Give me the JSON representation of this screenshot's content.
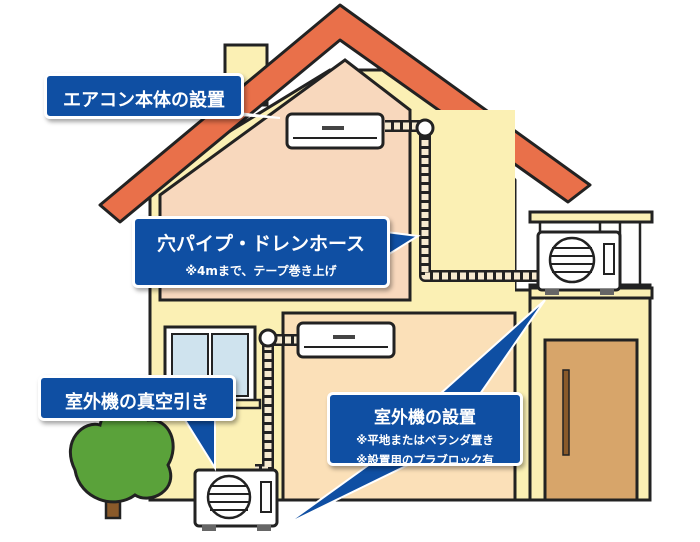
{
  "callouts": {
    "indoor_install": {
      "title": "エアコン本体の設置"
    },
    "piping": {
      "title": "穴パイプ・ドレンホース",
      "note": "※4mまで、テープ巻き上げ"
    },
    "vacuum": {
      "title": "室外機の真空引き"
    },
    "outdoor_install": {
      "title": "室外機の設置",
      "note1": "※平地またはベランダ置き",
      "note2": "※設置用のプラブロック有"
    }
  },
  "colors": {
    "roof": "#e9704a",
    "wall": "#fbf0b4",
    "attic": "#f8d8bd",
    "room": "#fbe0b8",
    "door": "#d7a56a",
    "callout": "#0f4fa3",
    "tree": "#5aa23a",
    "pipe": "#f6ead0"
  }
}
